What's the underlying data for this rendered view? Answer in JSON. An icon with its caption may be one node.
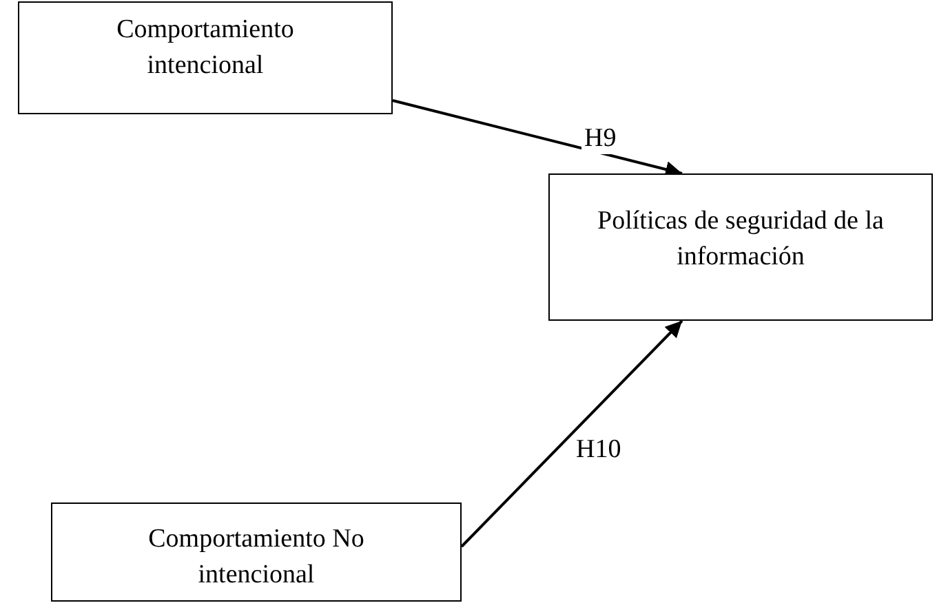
{
  "diagram": {
    "nodes": [
      {
        "text": [
          "Comportamiento intencional"
        ]
      },
      {
        "text": [
          "Políticas de seguridad de la información"
        ]
      },
      {
        "text": [
          "Comportamiento No intencional"
        ]
      }
    ],
    "edges": [
      {
        "from": 0,
        "to": 1,
        "arrow": "to",
        "label": "H9"
      },
      {
        "from": 2,
        "to": 1,
        "arrow": "to",
        "label": "H10"
      }
    ]
  }
}
